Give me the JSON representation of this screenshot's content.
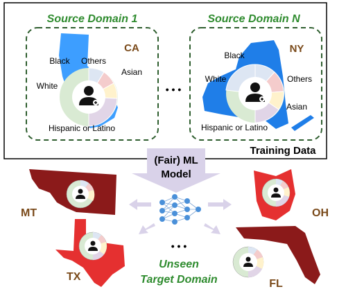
{
  "source1": {
    "title": "Source Domain 1",
    "state_code": "CA",
    "labels": {
      "black": "Black",
      "others": "Others",
      "asian": "Asian",
      "white": "White",
      "hispanic": "Hispanic or Latino"
    }
  },
  "sourceN": {
    "title": "Source Domain N",
    "state_code": "NY",
    "labels": {
      "black": "Black",
      "others": "Others",
      "asian": "Asian",
      "white": "White",
      "hispanic": "Hispanic or Latino"
    }
  },
  "ellipsis_top": "• • •",
  "ellipsis_bottom": "• • •",
  "training_label": "Training Data",
  "model_label_line1": "(Fair) ML",
  "model_label_line2": "Model",
  "targets": {
    "mt": "MT",
    "oh": "OH",
    "tx": "TX",
    "fl": "FL"
  },
  "unseen_line1": "Unseen",
  "unseen_line2": "Target Domain",
  "colors": {
    "green_text": "#2e8b2e",
    "brown_text": "#7a4a1a",
    "pie_white": "#d9ead3",
    "pie_black": "#dde6f3",
    "pie_others": "#f4cccc",
    "pie_asian": "#fff2cc",
    "pie_hispanic": "#e1d5e7",
    "ca_blue": "#3399ff",
    "ny_blue": "#1f7ee8",
    "mt_fill": "#8b1a1a",
    "oh_fill": "#e53030",
    "tx_fill": "#e53030",
    "fl_fill": "#8b1a1a",
    "arrow": "#d9d2e9"
  }
}
